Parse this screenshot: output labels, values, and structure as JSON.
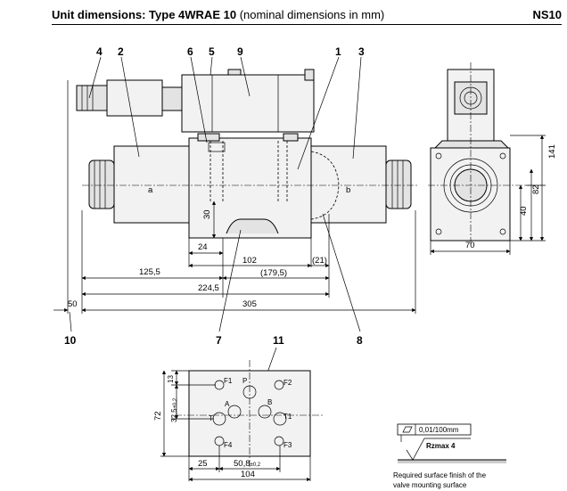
{
  "header": {
    "title_bold": "Unit dimensions: Type 4WRAE 10",
    "title_rest": " (nominal dimensions in mm)",
    "size": "NS10"
  },
  "callouts": {
    "c1": "1",
    "c2": "2",
    "c3": "3",
    "c4": "4",
    "c5": "5",
    "c6": "6",
    "c7": "7",
    "c8": "8",
    "c9": "9",
    "c10": "10",
    "c11": "11"
  },
  "solenoids": {
    "left": "a",
    "right": "b"
  },
  "front_dims": {
    "d30": "30",
    "d24": "24",
    "d102": "102",
    "d179_5": "(179,5)",
    "d21": "(21)",
    "d125_5": "125,5",
    "d224_5": "224,5",
    "d305": "305",
    "d50": "50"
  },
  "side_dims": {
    "d141": "141",
    "d82": "82",
    "d40": "40",
    "d70": "70"
  },
  "plate": {
    "ports": {
      "F1": "F1",
      "F2": "F2",
      "F3": "F3",
      "F4": "F4",
      "P": "P",
      "A": "A",
      "B": "B",
      "T": "T",
      "T1": "T1"
    },
    "dims": {
      "d13": "13",
      "d32_5": "32,5",
      "tol_32_5": "±0,2",
      "d72": "72",
      "d25": "25",
      "d50_8": "50,8",
      "tol_50_8": "±0,2",
      "d104": "104"
    }
  },
  "surface": {
    "flatness": "0,01/100mm",
    "roughness": "Rzmax 4",
    "note_line1": "Required surface finish of the",
    "note_line2": "valve mounting surface"
  }
}
